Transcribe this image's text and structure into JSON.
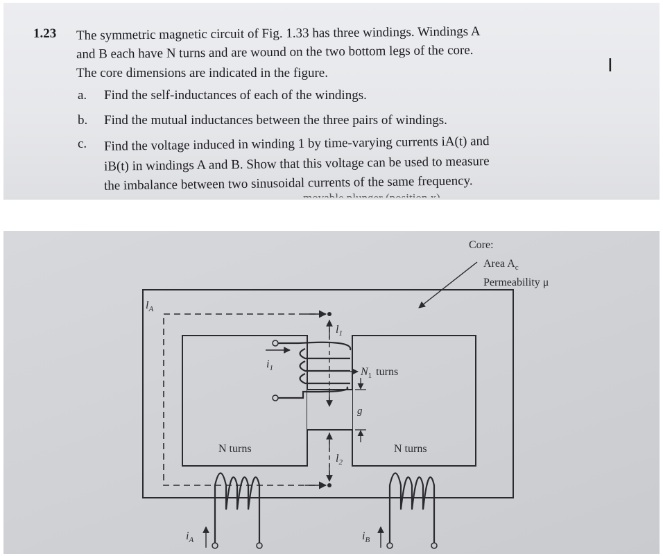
{
  "problem": {
    "number": "1.23",
    "line1": "The symmetric magnetic circuit of Fig. 1.33 has three windings. Windings A",
    "line2": "and B each have N turns and are wound on the two bottom legs of the core.",
    "line3": "The core dimensions are indicated in the figure.",
    "parts": [
      {
        "label": "a.",
        "text": "Find the self-inductances of each of the windings."
      },
      {
        "label": "b.",
        "text": "Find the mutual inductances between the three pairs of windings."
      },
      {
        "label": "c.",
        "text": "Find the voltage induced in winding 1 by time-varying currents iA(t) and"
      }
    ],
    "part_c_line2": "iB(t) in windings A and B. Show that this voltage can be used to measure",
    "part_c_line3": "the imbalance between two sinusoidal currents of the same frequency.",
    "cut_off_line": "... movable plunger (position x)"
  },
  "figure": {
    "core_heading": "Core:",
    "core_area": "Area A",
    "core_area_sub": "c",
    "core_permeability": "Permeability μ",
    "label_lA": "l",
    "label_lA_sub": "A",
    "label_l1": "l",
    "label_l1_sub": "1",
    "label_l2": "l",
    "label_l2_sub": "2",
    "label_i1": "i",
    "label_i1_sub": "1",
    "label_N1": "N",
    "label_N1_sub": "1",
    "label_N1_turns": "turns",
    "label_g": "g",
    "label_NA_turns": "N turns",
    "label_NB_turns": "N turns",
    "label_iA": "i",
    "label_iA_sub": "A",
    "label_iB": "i",
    "label_iB_sub": "B"
  },
  "ui": {
    "cursor_glyph": "I"
  }
}
